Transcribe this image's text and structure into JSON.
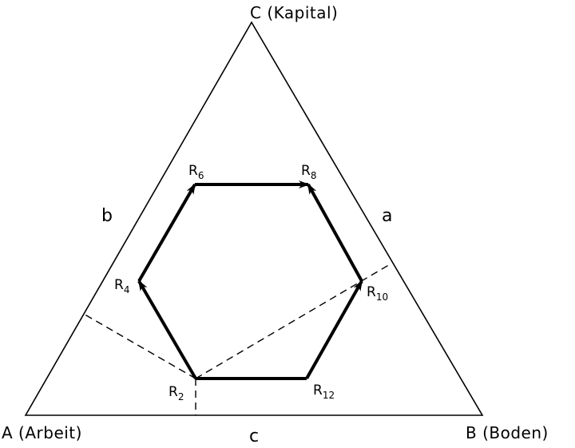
{
  "vertices": {
    "A": "A (Arbeit)",
    "B": "B (Boden)",
    "C": "C (Kapital)"
  },
  "sides": {
    "a": "a",
    "b": "b",
    "c": "c"
  },
  "nodes": {
    "R2": {
      "main": "R",
      "sub": "2"
    },
    "R4": {
      "main": "R",
      "sub": "4"
    },
    "R6": {
      "main": "R",
      "sub": "6"
    },
    "R8": {
      "main": "R",
      "sub": "8"
    },
    "R10": {
      "main": "R",
      "sub": "10"
    },
    "R12": {
      "main": "R",
      "sub": "12"
    }
  },
  "colors": {
    "stroke": "#000000",
    "background": "#ffffff"
  }
}
